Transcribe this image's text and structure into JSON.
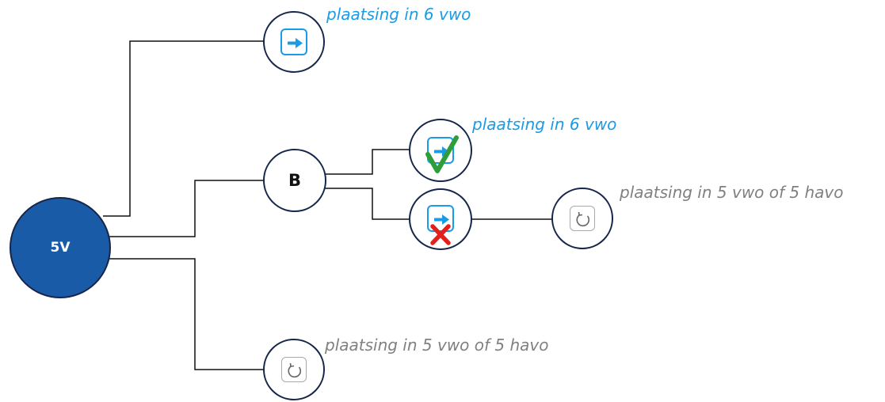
{
  "root": {
    "label": "5V"
  },
  "branch": {
    "label": "B"
  },
  "labels": {
    "top": "plaatsing in 6 vwo",
    "pass": "plaatsing in 6 vwo",
    "fail_repeat": "plaatsing in 5 vwo of 5 havo",
    "bottom": "plaatsing in 5 vwo of 5 havo"
  },
  "icons": {
    "top": "arrow-right-icon",
    "pass": "arrow-right-icon",
    "pass_mark": "checkmark-icon",
    "fail": "arrow-right-icon",
    "fail_mark": "cross-icon",
    "fail_repeat": "repeat-icon",
    "bottom": "repeat-icon"
  },
  "colors": {
    "root_fill": "#1a5ba8",
    "outline": "#16254a",
    "promote_text": "#1a9be6",
    "repeat_text": "#808080",
    "check": "#2e9e3a",
    "cross": "#e3201b"
  }
}
